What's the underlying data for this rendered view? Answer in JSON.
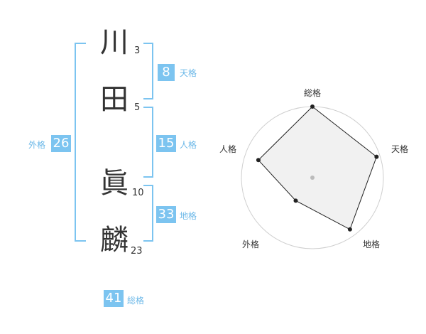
{
  "name": {
    "characters": [
      {
        "char": "川",
        "strokes": "3"
      },
      {
        "char": "田",
        "strokes": "5"
      },
      {
        "char": "眞",
        "strokes": "10"
      },
      {
        "char": "麟",
        "strokes": "23"
      }
    ]
  },
  "fortune": {
    "tenkaku": {
      "value": "8",
      "label": "天格"
    },
    "jinkaku": {
      "value": "15",
      "label": "人格"
    },
    "chikaku": {
      "value": "33",
      "label": "地格"
    },
    "gaikaku": {
      "value": "26",
      "label": "外格"
    },
    "soukaku": {
      "value": "41",
      "label": "総格"
    }
  },
  "radar": {
    "axes": [
      "総格",
      "天格",
      "地格",
      "外格",
      "人格"
    ],
    "levels": 4,
    "values": [
      1.0,
      0.95,
      0.9,
      0.4,
      0.8
    ],
    "colors": {
      "fill": "#efefef",
      "stroke": "#222222",
      "grid": "#cfcfcf",
      "center": "#bbbbbb"
    }
  }
}
